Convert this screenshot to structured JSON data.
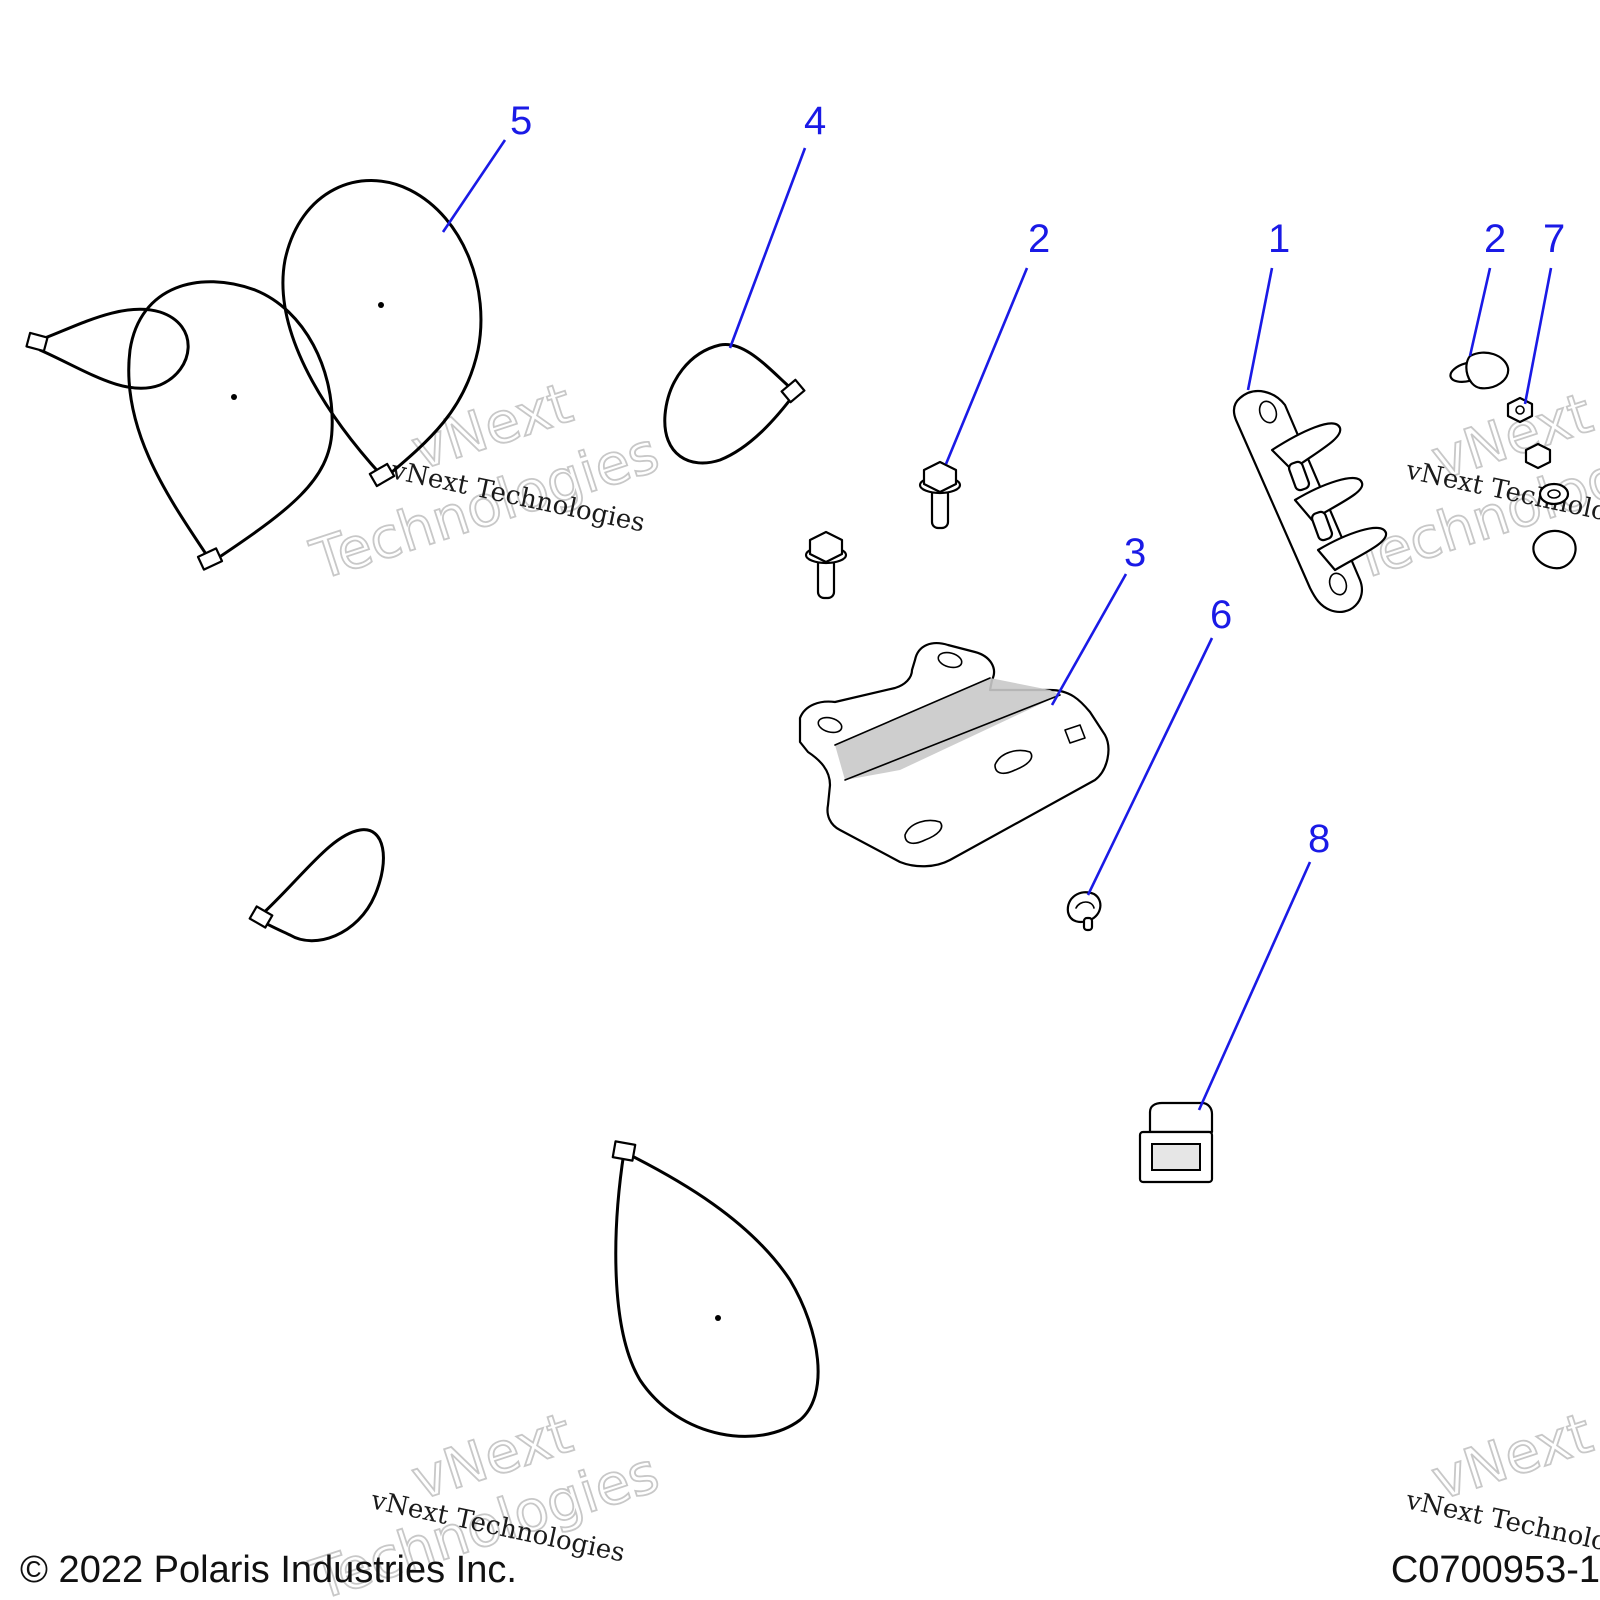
{
  "callouts": [
    "1",
    "2",
    "3",
    "4",
    "5",
    "6",
    "7",
    "8"
  ],
  "watermark": {
    "line1": "vNext",
    "line2": "Technologies",
    "full": "vNext Technologies"
  },
  "footer": {
    "copyright": "© 2022 Polaris Industries Inc.",
    "figure_id": "C0700953-1"
  }
}
